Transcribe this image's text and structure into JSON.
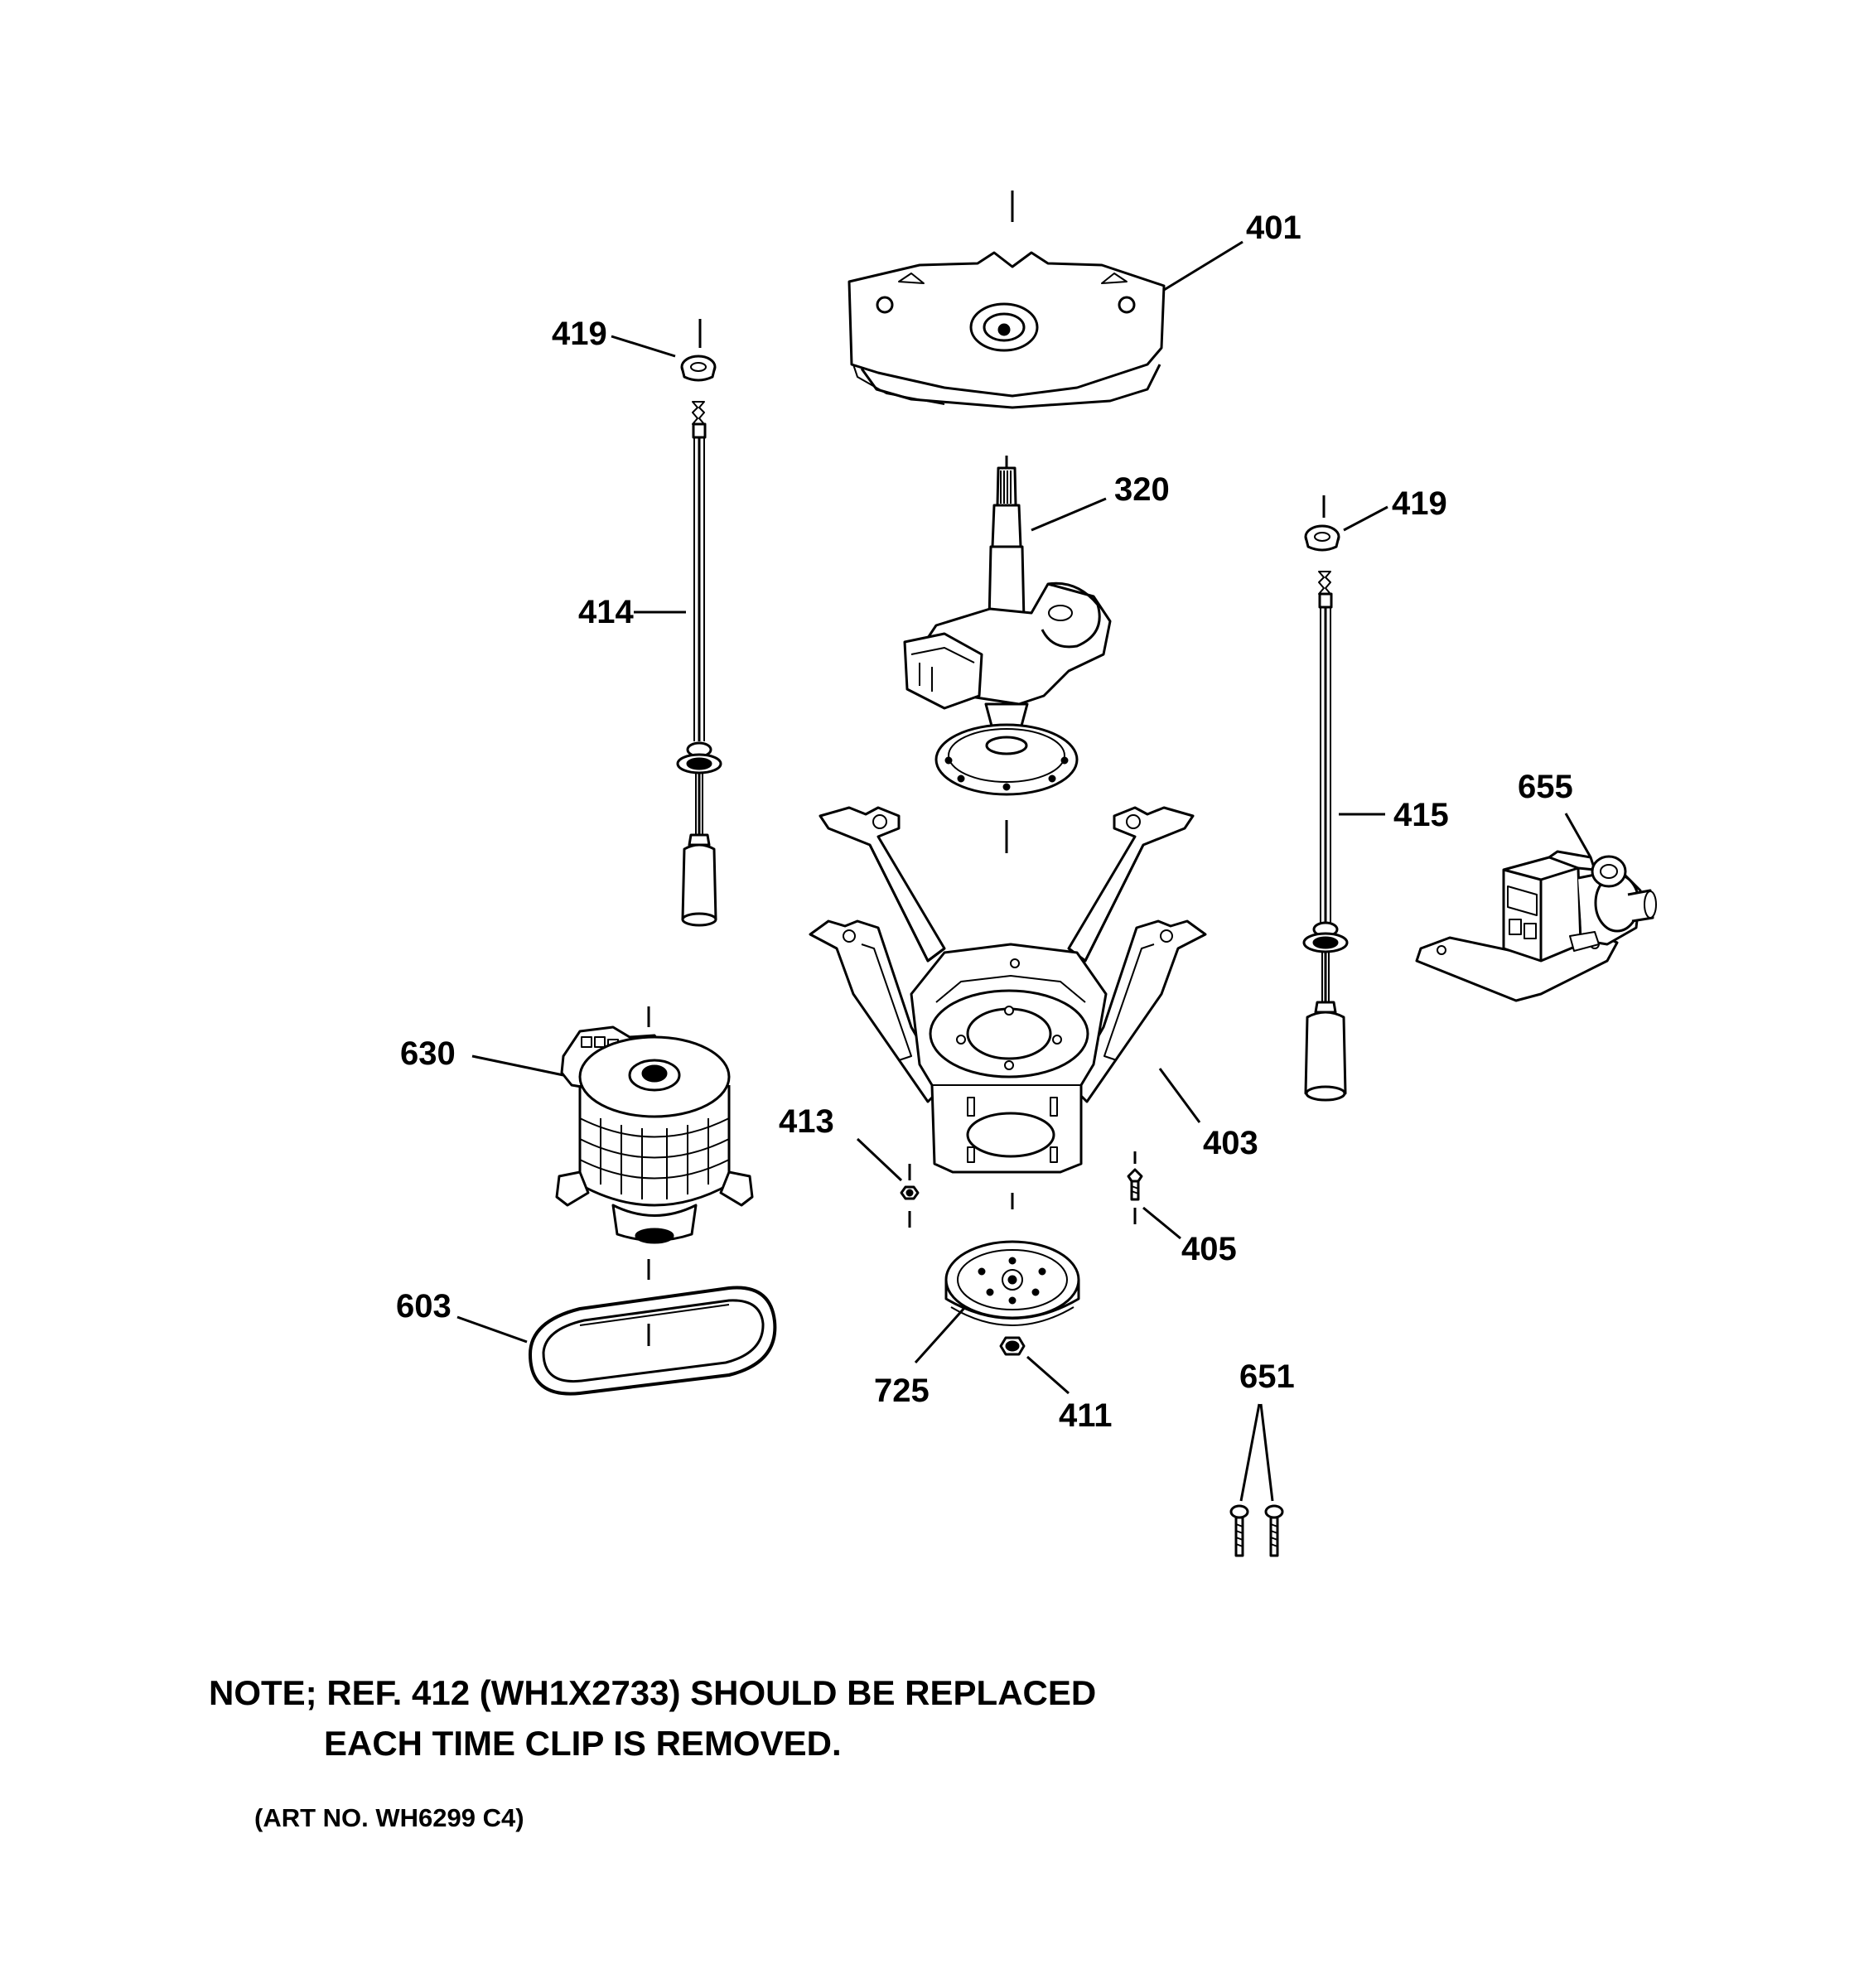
{
  "callouts": {
    "c401": "401",
    "c419a": "419",
    "c320": "320",
    "c419b": "419",
    "c414": "414",
    "c415": "415",
    "c655": "655",
    "c630": "630",
    "c413": "413",
    "c403": "403",
    "c405": "405",
    "c603": "603",
    "c725": "725",
    "c411": "411",
    "c651": "651"
  },
  "note": {
    "line1": "NOTE; REF. 412 (WH1X2733) SHOULD BE REPLACED",
    "line2": "EACH TIME CLIP IS REMOVED.",
    "art_no": "(ART NO. WH6299 C4)"
  },
  "parts": [
    {
      "ref": "401",
      "icon": "cover-plate-icon"
    },
    {
      "ref": "419",
      "icon": "cap-icon"
    },
    {
      "ref": "320",
      "icon": "transmission-icon"
    },
    {
      "ref": "414",
      "icon": "suspension-rod-icon"
    },
    {
      "ref": "415",
      "icon": "suspension-rod-icon"
    },
    {
      "ref": "655",
      "icon": "pump-icon"
    },
    {
      "ref": "630",
      "icon": "motor-icon"
    },
    {
      "ref": "413",
      "icon": "nut-icon"
    },
    {
      "ref": "403",
      "icon": "support-bracket-icon"
    },
    {
      "ref": "405",
      "icon": "screw-icon"
    },
    {
      "ref": "603",
      "icon": "belt-icon"
    },
    {
      "ref": "725",
      "icon": "pulley-icon"
    },
    {
      "ref": "411",
      "icon": "nut-icon"
    },
    {
      "ref": "651",
      "icon": "screw-icon"
    }
  ]
}
